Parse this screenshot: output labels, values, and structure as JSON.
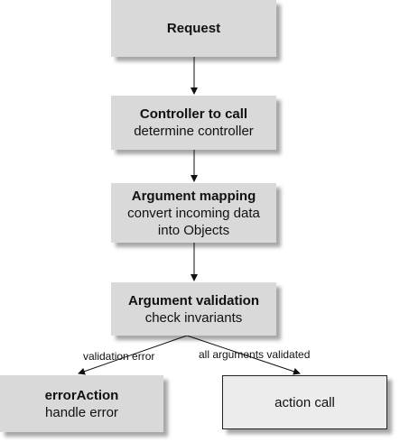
{
  "nodes": {
    "request": {
      "title": "Request"
    },
    "controller": {
      "title": "Controller to call",
      "subtitle": "determine controller"
    },
    "mapping": {
      "title": "Argument mapping",
      "subtitle_line1": "convert incoming data",
      "subtitle_line2": "into Objects"
    },
    "validation": {
      "title": "Argument validation",
      "subtitle": "check invariants"
    },
    "error_action": {
      "title": "errorAction",
      "subtitle": "handle error"
    },
    "action_call": {
      "label": "action call"
    }
  },
  "edges": {
    "validation_error": "validation error",
    "all_validated": "all arguments validated"
  },
  "colors": {
    "box_fill": "#d9d9d9",
    "outlined_box_fill": "#ececec",
    "line": "#111111"
  }
}
